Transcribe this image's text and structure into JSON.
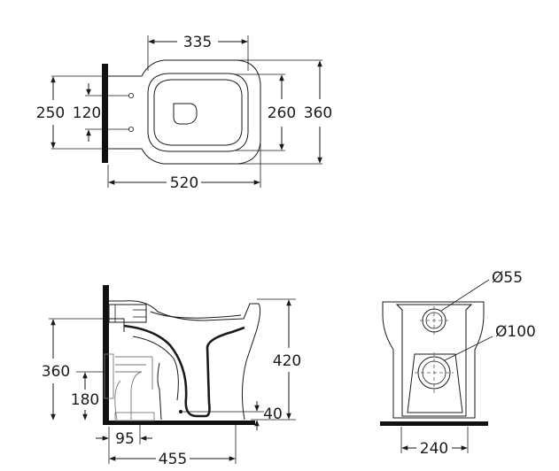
{
  "top_view": {
    "width_seat": "335",
    "depth_total": "520",
    "side_250": "250",
    "side_120": "120",
    "bowl_260": "260",
    "overall_360": "360"
  },
  "side_view": {
    "height_360": "360",
    "height_180": "180",
    "height_420": "420",
    "offset_40": "40",
    "offset_95": "95",
    "depth_455": "455"
  },
  "rear_view": {
    "dia_55": "Ø55",
    "dia_100": "Ø100",
    "width_240": "240"
  }
}
